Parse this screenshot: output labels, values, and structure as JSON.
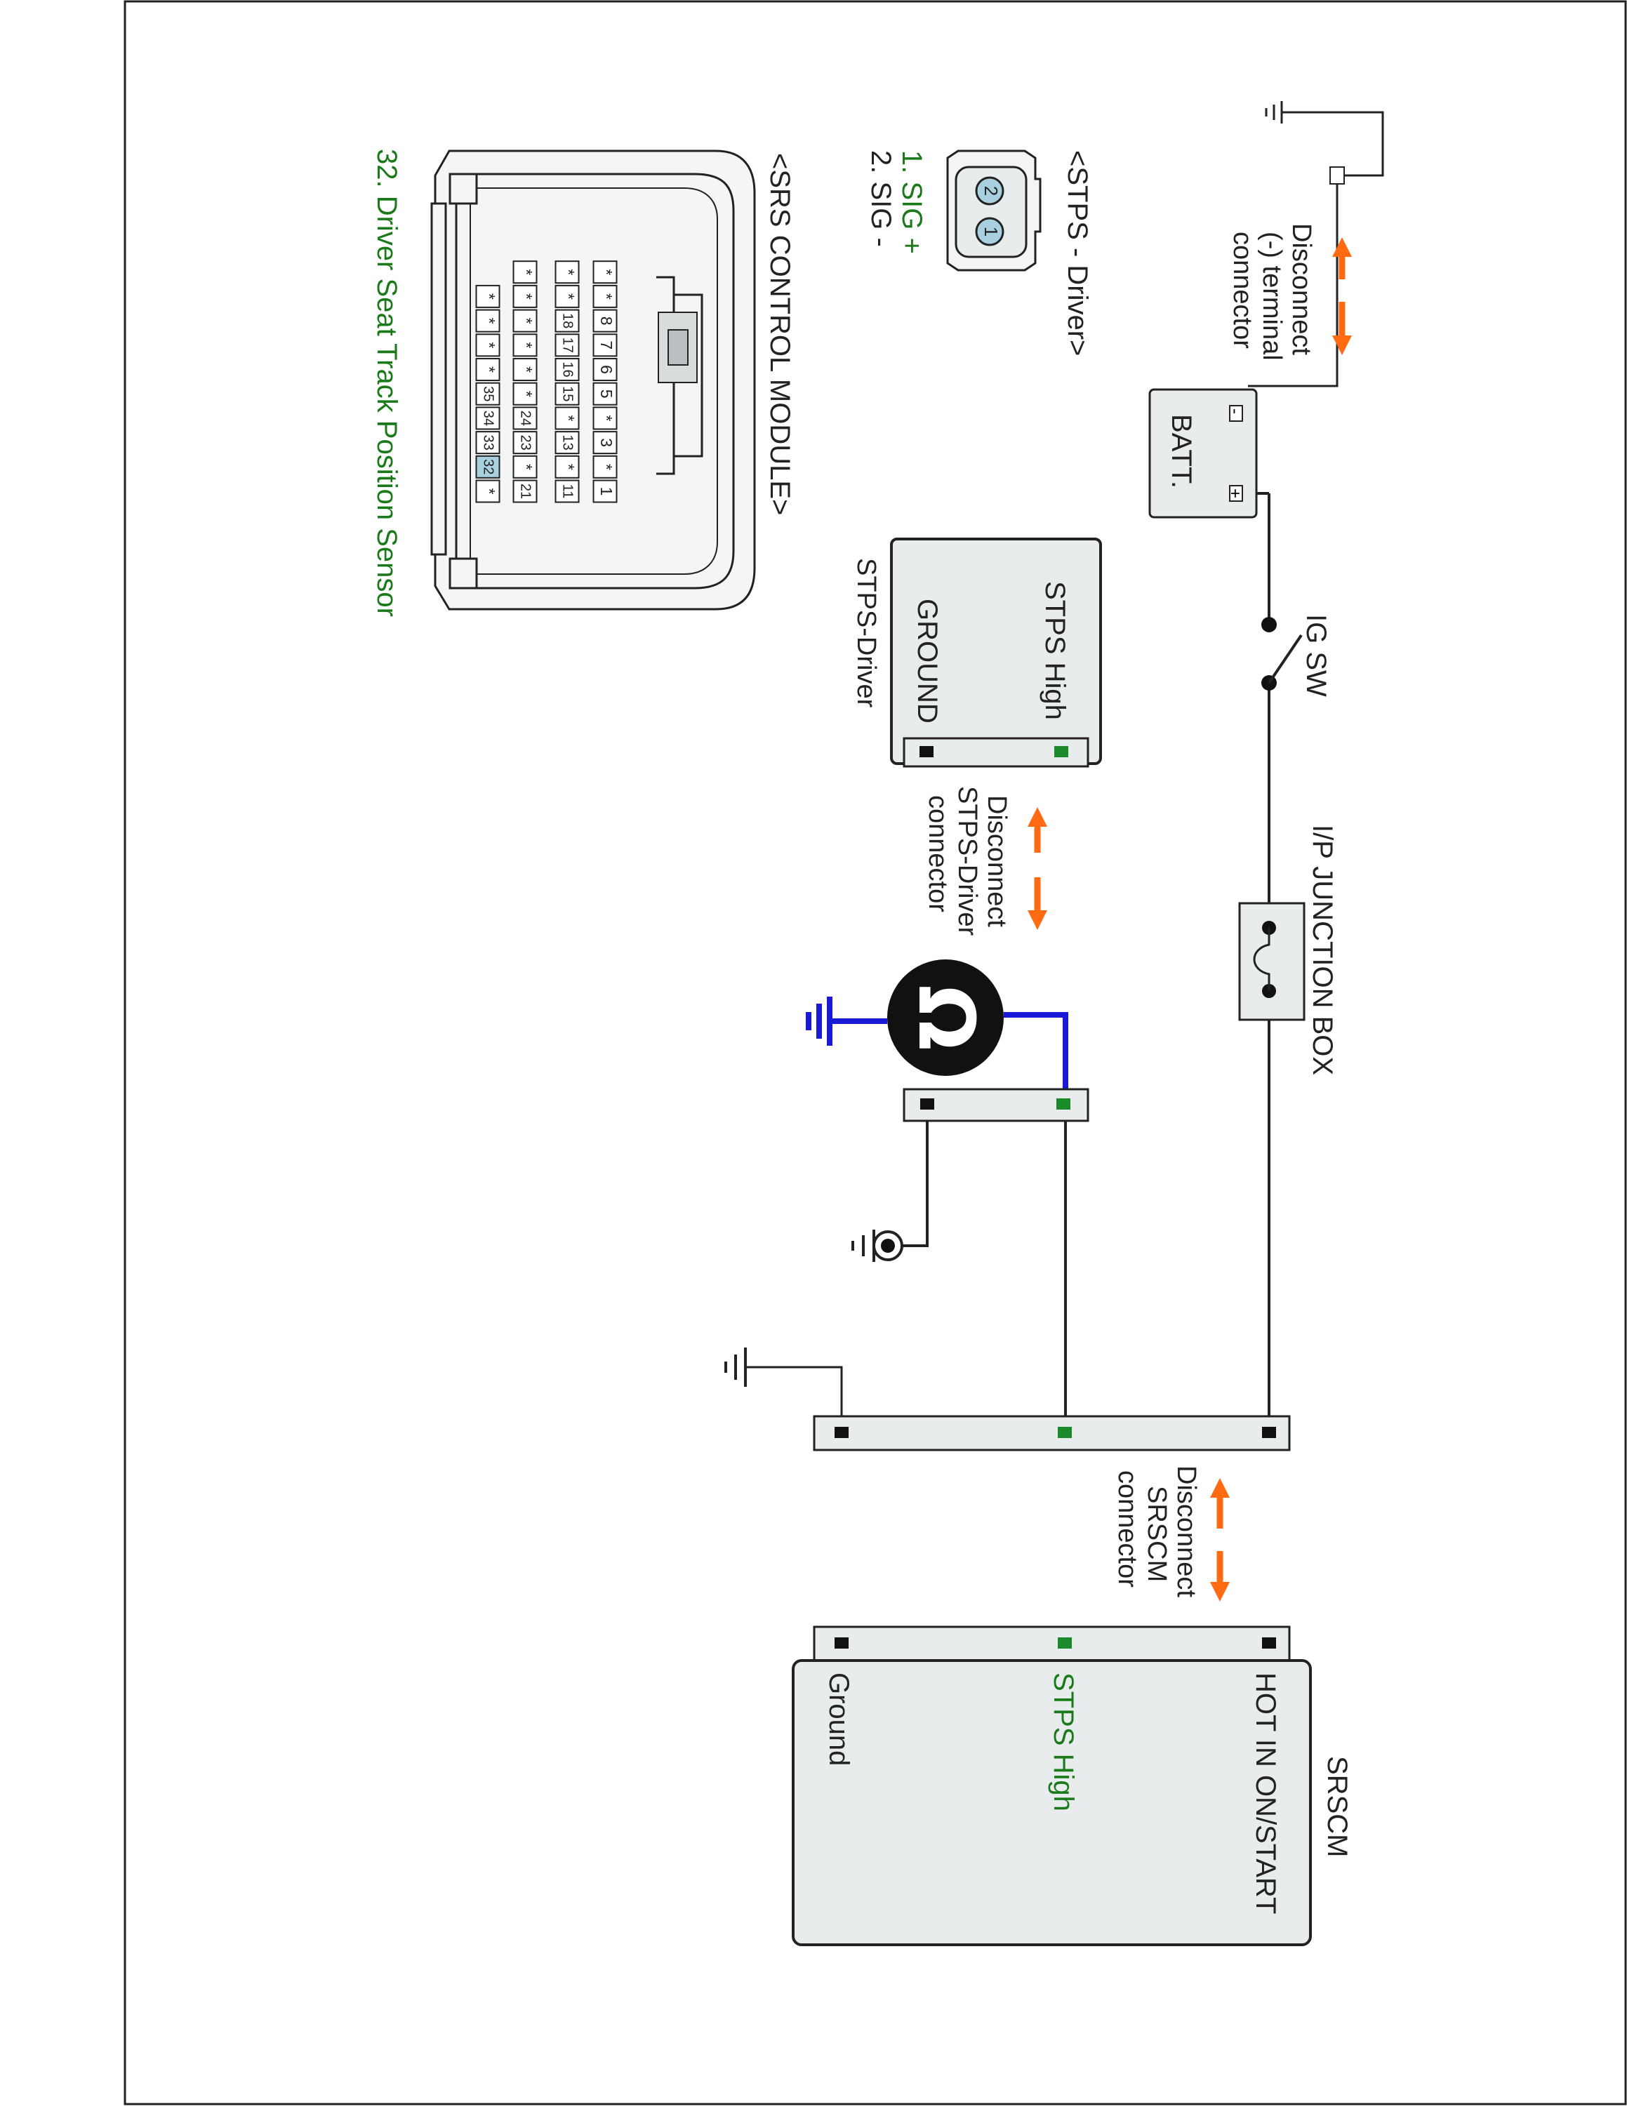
{
  "diagram": {
    "battery_label": "BATT.",
    "batt_minus": "-",
    "batt_plus": "+",
    "batt_disconnect": [
      "Disconnect",
      "(-) terminal",
      "connector"
    ],
    "ig_sw_label": "IG SW",
    "junction_box_label": "I/P JUNCTION BOX",
    "stps_module_title": "STPS-Driver",
    "stps_module_pins": [
      "STPS High",
      "GROUND"
    ],
    "stps_disconnect": [
      "Disconnect",
      "STPS-Driver",
      "connector"
    ],
    "ohmmeter_symbol": "Ω",
    "srscm_disconnect": [
      "Disconnect",
      "SRSCM",
      "connector"
    ],
    "srscm_title": "SRSCM",
    "srscm_pins": [
      "HOT IN ON/START",
      "STPS High",
      "Ground"
    ]
  },
  "stps_connector": {
    "title": "<STPS - Driver>",
    "pins": [
      "2",
      "1"
    ],
    "legend": [
      "1. SIG +",
      "2. SIG -"
    ]
  },
  "srs_connector": {
    "title": "<SRS CONTROL MODULE>",
    "rows": [
      [
        "*",
        "*",
        "8",
        "7",
        "6",
        "5",
        "*",
        "3",
        "*",
        "1"
      ],
      [
        "*",
        "*",
        "18",
        "17",
        "16",
        "15",
        "*",
        "13",
        "*",
        "11"
      ],
      [
        "*",
        "*",
        "*",
        "*",
        "*",
        "*",
        "24",
        "23",
        "*",
        "21"
      ],
      [
        "*",
        "*",
        "*",
        "*",
        "35",
        "34",
        "33",
        "32",
        "*"
      ]
    ],
    "highlight_pin": "32",
    "caption": "32. Driver Seat Track Position Sensor"
  },
  "colors": {
    "wire": "#222222",
    "ohm_wire": "#1a1ad6",
    "arrow": "#ff6a13",
    "active_pin": "#1a8a2a",
    "highlight_pin_fill": "#a9d0e0",
    "body_fill": "#e8eced",
    "label_green": "#1a7a1a"
  }
}
